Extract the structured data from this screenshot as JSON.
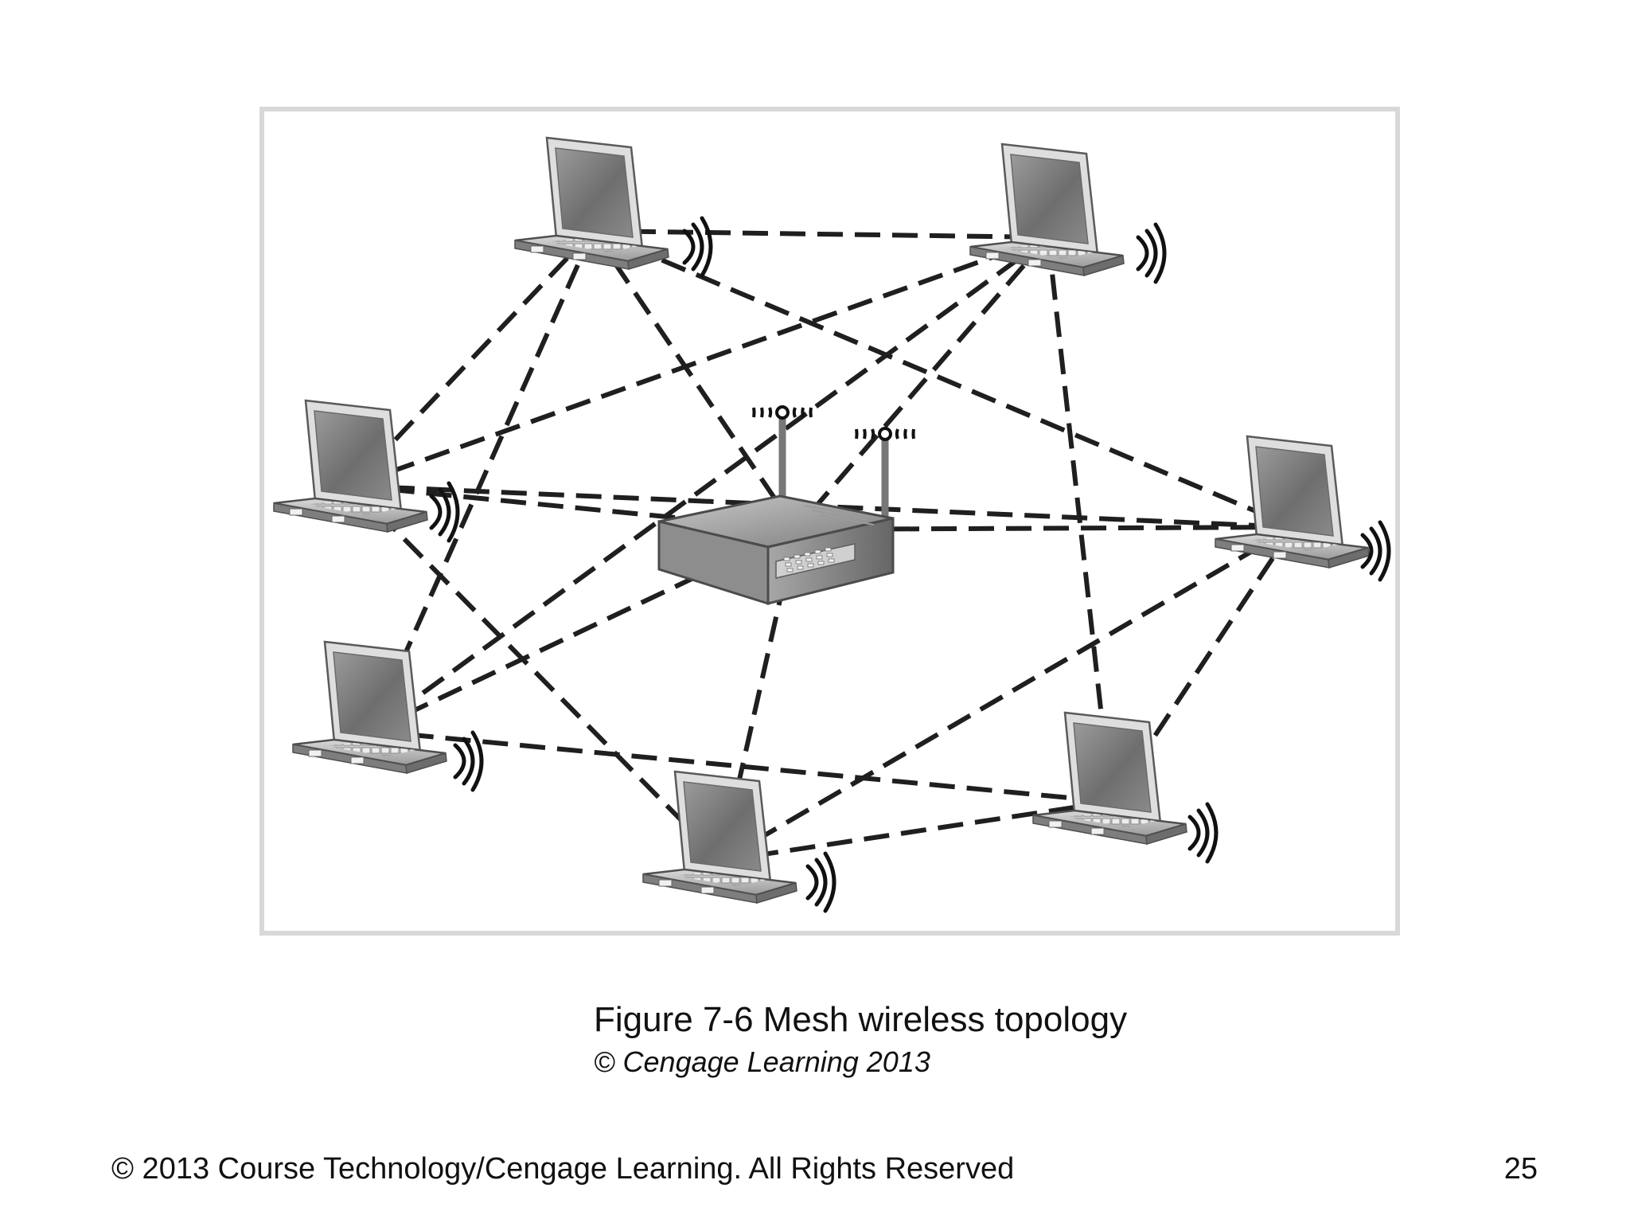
{
  "figure": {
    "caption": "Figure 7-6 Mesh wireless topology",
    "credit": "© Cengage Learning 2013"
  },
  "footer": {
    "copyright": "© 2013 Course Technology/Cengage Learning. All Rights Reserved",
    "page_number": "25"
  },
  "diagram": {
    "nodes": [
      {
        "id": "laptop-1",
        "kind": "laptop"
      },
      {
        "id": "laptop-2",
        "kind": "laptop"
      },
      {
        "id": "laptop-3",
        "kind": "laptop"
      },
      {
        "id": "laptop-4",
        "kind": "laptop"
      },
      {
        "id": "laptop-5",
        "kind": "laptop"
      },
      {
        "id": "laptop-6",
        "kind": "laptop"
      },
      {
        "id": "laptop-7",
        "kind": "laptop"
      },
      {
        "id": "router",
        "kind": "wireless-router"
      }
    ],
    "links": [
      [
        "laptop-1",
        "laptop-2"
      ],
      [
        "laptop-1",
        "laptop-3"
      ],
      [
        "laptop-1",
        "laptop-4"
      ],
      [
        "laptop-1",
        "laptop-5"
      ],
      [
        "laptop-1",
        "router"
      ],
      [
        "laptop-2",
        "laptop-3"
      ],
      [
        "laptop-2",
        "laptop-5"
      ],
      [
        "laptop-2",
        "laptop-6"
      ],
      [
        "laptop-2",
        "router"
      ],
      [
        "laptop-3",
        "laptop-4"
      ],
      [
        "laptop-3",
        "laptop-7"
      ],
      [
        "laptop-3",
        "router"
      ],
      [
        "laptop-4",
        "laptop-6"
      ],
      [
        "laptop-4",
        "laptop-7"
      ],
      [
        "laptop-4",
        "router"
      ],
      [
        "laptop-5",
        "laptop-6"
      ],
      [
        "laptop-5",
        "router"
      ],
      [
        "laptop-6",
        "laptop-7"
      ],
      [
        "laptop-7",
        "router"
      ]
    ],
    "colors": {
      "frame": "#d8d8d8",
      "link": "#1f1f1f",
      "device": "#8f8f8f",
      "device_light": "#c9c9c9",
      "device_dark": "#595959",
      "signal": "#111111"
    }
  }
}
